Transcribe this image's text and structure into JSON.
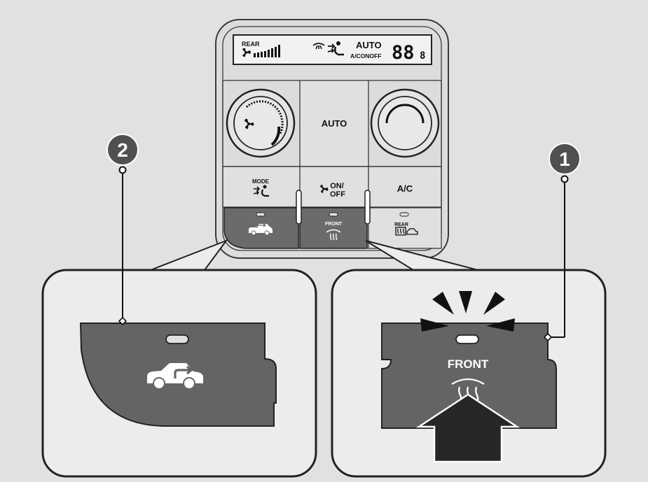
{
  "display": {
    "rear": "REAR",
    "auto": "AUTO",
    "ac_status": "A/CONOFF",
    "temperature": "88",
    "temperature_decimal": "8"
  },
  "panel": {
    "auto_button": "AUTO",
    "mode_button": "MODE",
    "on_off_button_line1": "ON/",
    "on_off_button_line2": "OFF",
    "ac_button": "A/C",
    "front_defrost_label": "FRONT",
    "rear_defrost_label": "REAR"
  },
  "callouts": [
    {
      "number": "1"
    },
    {
      "number": "2"
    }
  ],
  "zoom": {
    "front_label": "FRONT"
  },
  "icons": {
    "fan": "fan-icon",
    "mode": "mode-airflow-icon",
    "recirculation": "recirculation-car-icon",
    "front_defrost": "front-defrost-icon",
    "rear_defrost": "rear-defrost-icon",
    "press": "press-arrow-icon",
    "light": "indicator-light-burst-icon"
  },
  "colors": {
    "background": "#e1e1e1",
    "button_dark": "#6b6b6b",
    "zoom_button": "#646464",
    "callout_badge": "#505050",
    "arrow": "#262626"
  }
}
